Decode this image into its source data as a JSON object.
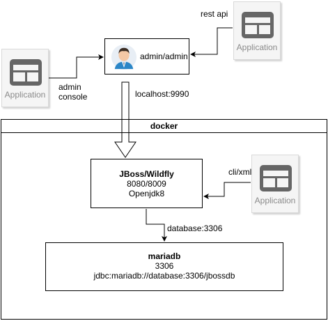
{
  "user": {
    "label": "admin/admin"
  },
  "apps": {
    "left": {
      "label": "Application"
    },
    "top_right": {
      "label": "Application"
    },
    "right": {
      "label": "Application"
    }
  },
  "edges": {
    "rest_api": "rest api",
    "admin_console": "admin\nconsole",
    "localhost": "localhost:9990",
    "cli": "cli/xml",
    "database": "database:3306"
  },
  "docker": {
    "title": "docker"
  },
  "jboss": {
    "title": "JBoss/Wildfly",
    "ports": "8080/8009",
    "jdk": "Openjdk8"
  },
  "mariadb": {
    "title": "mariadb",
    "port": "3306",
    "jdbc": "jdbc:mariadb://database:3306/jbossdb"
  },
  "colors": {
    "app_icon": "#666666",
    "app_label": "#8a8a8a",
    "avatar_suit": "#2b86c7"
  }
}
